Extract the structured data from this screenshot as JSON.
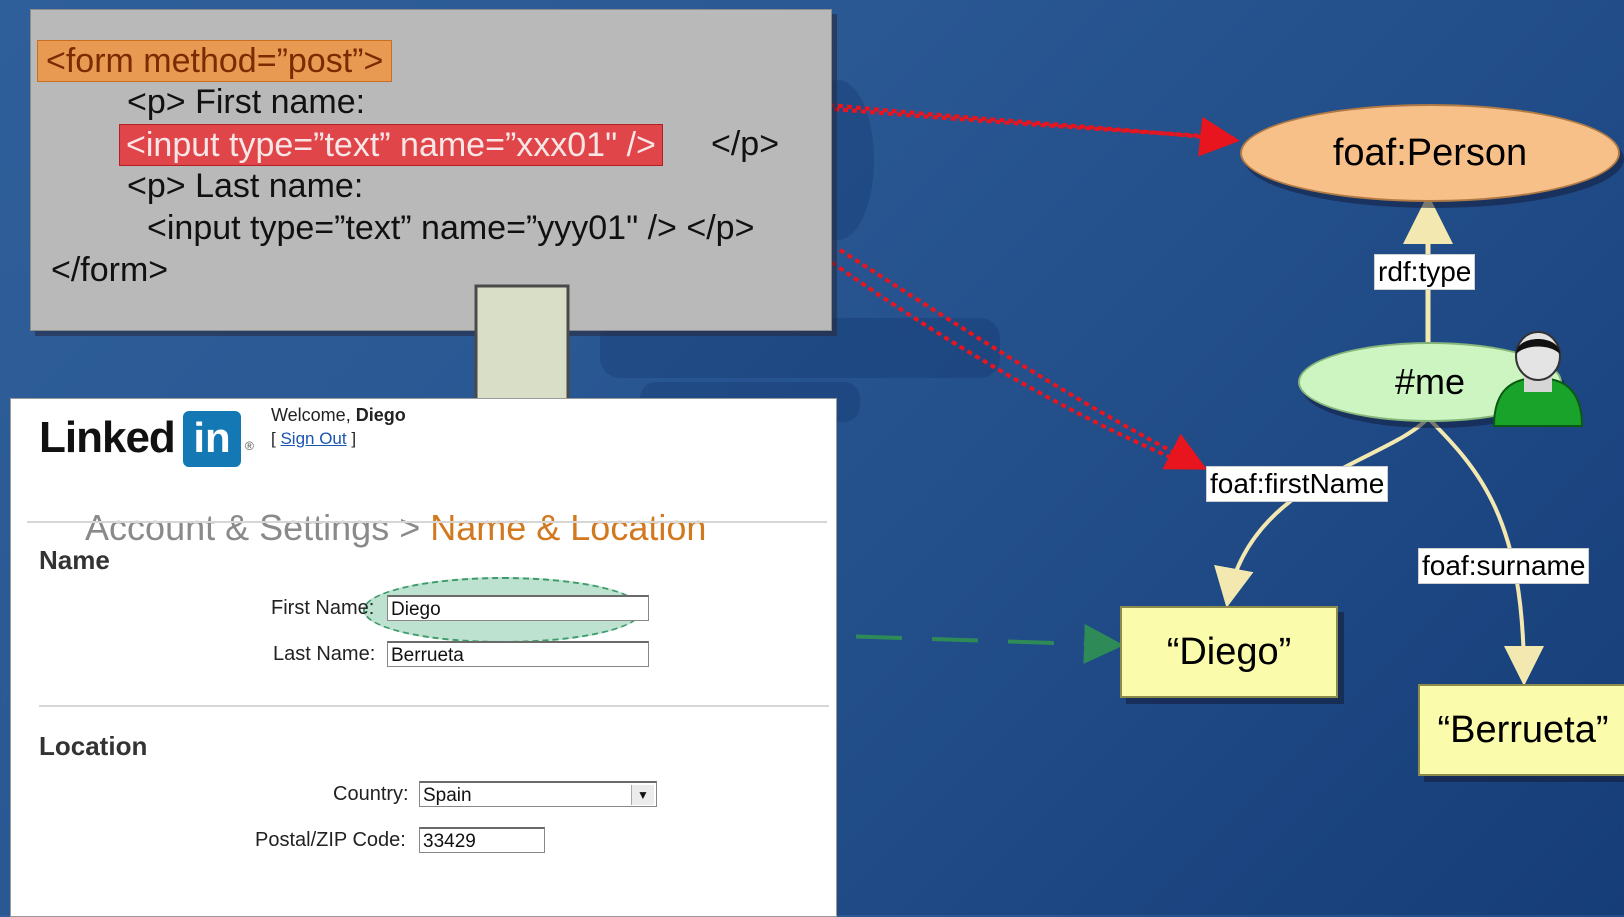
{
  "code_panel": {
    "line1": "<form method=”post”>",
    "line2": "<p> First name:",
    "line3_highlight": "<input type=”text” name=”xxx01\" />",
    "line3_tail": "</p>",
    "line4": "<p> Last name:",
    "line5": "<input type=”text” name=”yyy01\" /> </p>",
    "line6": "</form>"
  },
  "linkedin": {
    "logo_text": "Linked",
    "logo_box": "in",
    "logo_reg": "®",
    "welcome_prefix": "Welcome, ",
    "welcome_name": "Diego",
    "signout_open": "[ ",
    "signout_link": "Sign Out",
    "signout_close": " ]",
    "breadcrumb_parent": "Account & Settings > ",
    "breadcrumb_current": "Name & Location",
    "section_name": "Name",
    "first_name_label": "First Name:",
    "first_name_value": "Diego",
    "last_name_label": "Last Name:",
    "last_name_value": "Berrueta",
    "section_location": "Location",
    "country_label": "Country:",
    "country_value": "Spain",
    "postal_label": "Postal/ZIP Code:",
    "postal_value": "33429"
  },
  "graph": {
    "person_node": "foaf:Person",
    "me_node": "#me",
    "edge_type": "rdf:type",
    "edge_firstname": "foaf:firstName",
    "edge_surname": "foaf:surname",
    "diego_node": "“Diego”",
    "berrueta_node": "“Berrueta”"
  },
  "colors": {
    "background": "#2a5893",
    "person_fill": "#f8c089",
    "me_fill": "#cdf5c2",
    "literal_fill": "#fbfbac",
    "red_arrow": "#e8141e",
    "green_arrow": "#2e8b57",
    "graph_edge": "#f3e9b0"
  },
  "icons": {
    "user": "user-avatar-icon",
    "dropdown": "chevron-down-icon"
  }
}
